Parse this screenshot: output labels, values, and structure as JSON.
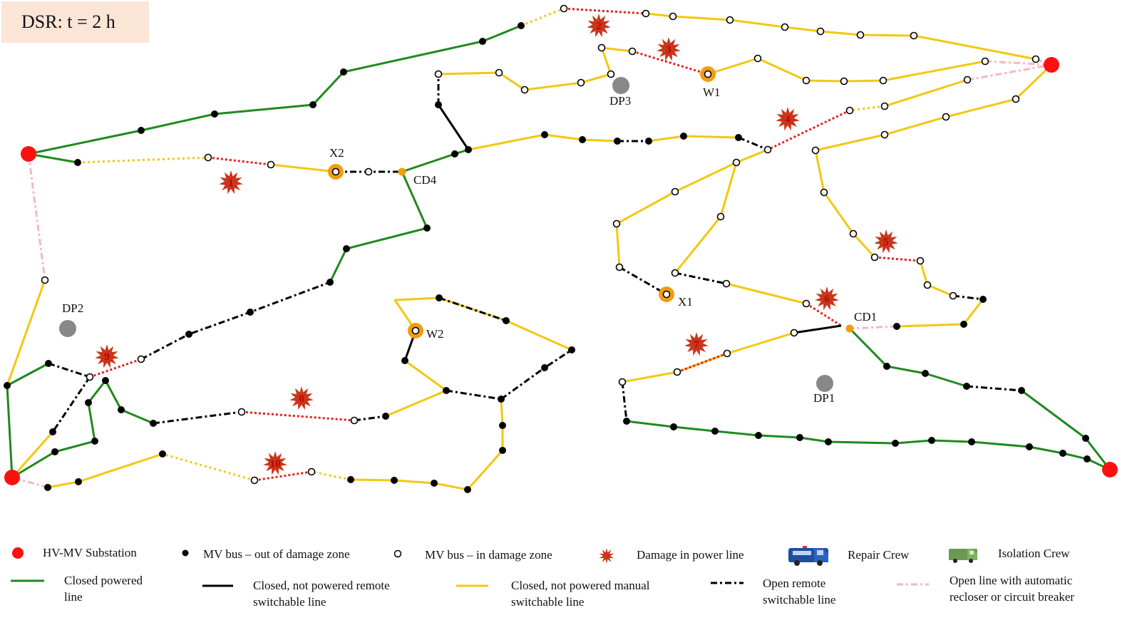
{
  "title": "DSR: t = 2 h",
  "colors": {
    "powered": "#1e8a1e",
    "remote_closed": "#000000",
    "manual_closed": "#f2c811",
    "open_remote": "#000000",
    "open_recloser": "#f7b6c2",
    "damaged": "#e8201a",
    "substation": "#ff1010",
    "highlight": "#f39c12",
    "depot": "#888888",
    "burst": "#c8361b"
  },
  "node_labels": {
    "x1": "X1",
    "x2": "X2",
    "w1": "W1",
    "w2": "W2",
    "cd1": "CD1",
    "cd4": "CD4",
    "dp1": "DP1",
    "dp2": "DP2",
    "dp3": "DP3"
  },
  "damage_labels": [
    "1",
    "2",
    "3",
    "4",
    "5",
    "6",
    "7",
    "8",
    "9",
    "10"
  ],
  "legend": {
    "substation": "HV-MV Substation",
    "bus_out": "MV bus – out of damage zone",
    "bus_in": "MV bus – in damage zone",
    "damage": "Damage in power line",
    "repair_crew": "Repair Crew",
    "isolation_crew": "Isolation Crew",
    "closed_powered_1": "Closed powered",
    "closed_powered_2": "line",
    "remote_closed_1": "Closed, not powered remote",
    "remote_closed_2": "switchable line",
    "manual_closed_1": "Closed, not powered manual",
    "manual_closed_2": "switchable line",
    "open_remote_1": "Open remote",
    "open_remote_2": "switchable line",
    "open_recloser_1": "Open line with automatic",
    "open_recloser_2": "recloser or circuit breaker"
  }
}
